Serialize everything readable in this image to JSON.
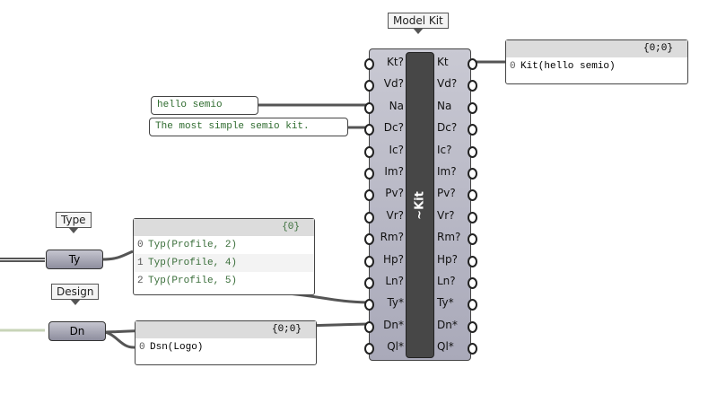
{
  "component": {
    "tooltip": "Model Kit",
    "nickname": "~Kit",
    "inputs": [
      "Kt?",
      "Vd?",
      "Na",
      "Dc?",
      "Ic?",
      "Im?",
      "Pv?",
      "Vr?",
      "Rm?",
      "Hp?",
      "Ln?",
      "Ty*",
      "Dn*",
      "Ql*"
    ],
    "outputs": [
      "Kt",
      "Vd?",
      "Na",
      "Dc?",
      "Ic?",
      "Im?",
      "Pv?",
      "Vr?",
      "Rm?",
      "Hp?",
      "Ln?",
      "Ty*",
      "Dn*",
      "Ql*"
    ]
  },
  "text_panels": [
    "hello semio",
    "The most simple semio kit."
  ],
  "kit_panel": {
    "path": "{0;0}",
    "rows": [
      {
        "index": "0",
        "value": "Kit(hello semio)"
      }
    ]
  },
  "type_param": {
    "tooltip": "Type",
    "nickname": "Ty"
  },
  "type_panel": {
    "path": "{0}",
    "rows": [
      {
        "index": "0",
        "value": "Typ(Profile, 2)"
      },
      {
        "index": "1",
        "value": "Typ(Profile, 4)"
      },
      {
        "index": "2",
        "value": "Typ(Profile, 5)"
      }
    ]
  },
  "design_param": {
    "tooltip": "Design",
    "nickname": "Dn"
  },
  "design_panel": {
    "path": "{0;0}",
    "rows": [
      {
        "index": "0",
        "value": "Dsn(Logo)"
      }
    ]
  }
}
